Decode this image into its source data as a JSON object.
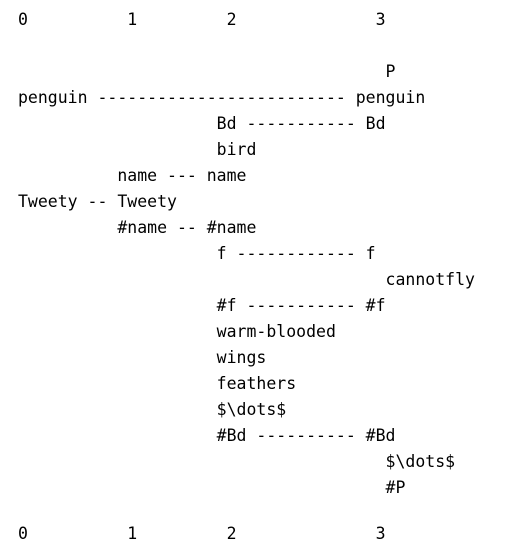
{
  "diagram": {
    "rows": [
      "0          1         2              3",
      "",
      "",
      "                                     P",
      "penguin ------------------------- penguin",
      "                    Bd ----------- Bd",
      "                    bird",
      "          name --- name",
      "Tweety -- Tweety",
      "          #name -- #name",
      "                    f ------------ f",
      "                                     cannotfly",
      "                    #f ----------- #f",
      "                    warm-blooded",
      "                    wings",
      "                    feathers",
      "                    $\\dots$",
      "                    #Bd ---------- #Bd",
      "                                     $\\dots$",
      "                                     #P",
      "",
      "0          1         2              3"
    ]
  }
}
